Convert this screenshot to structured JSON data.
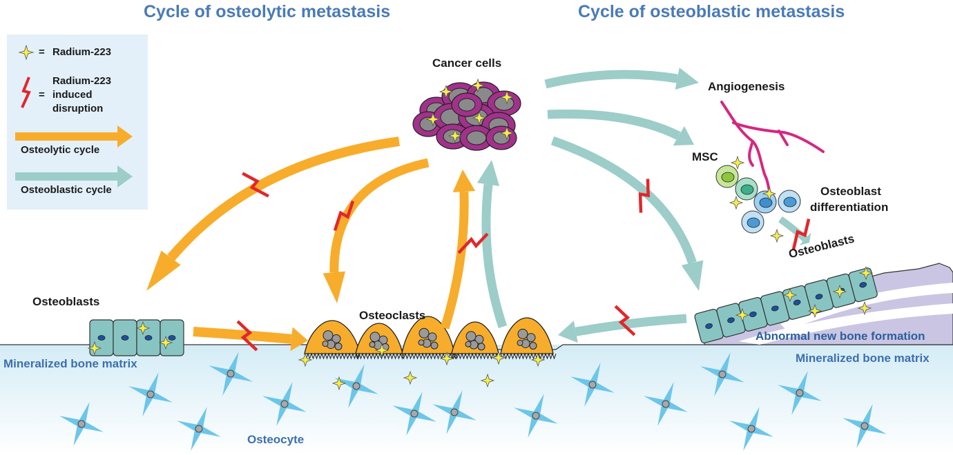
{
  "titles": {
    "osteolytic": "Cycle of osteolytic metastasis",
    "osteoblastic": "Cycle of osteoblastic metastasis"
  },
  "legend": {
    "radium_eq": "=",
    "radium": "Radium-223",
    "disruption_eq": "=",
    "disruption": "Radium-223 induced disruption",
    "osteolytic_cycle": "Osteolytic cycle",
    "osteoblastic_cycle": "Osteoblastic cycle"
  },
  "labels": {
    "cancer_cells": "Cancer cells",
    "angiogenesis": "Angiogenesis",
    "msc": "MSC",
    "osteoblast_differentiation_1": "Osteoblast",
    "osteoblast_differentiation_2": "differentiation",
    "osteoblasts_left": "Osteoblasts",
    "osteoblasts_right": "Osteoblasts",
    "osteoclasts": "Osteoclasts",
    "abnormal_bone": "Abnormal new bone formation",
    "matrix_left": "Mineralized bone matrix",
    "matrix_right": "Mineralized bone matrix",
    "osteocyte": "Osteocyte"
  },
  "colors": {
    "osteolytic": "#f7ad2b",
    "osteoblastic": "#9ccdc8",
    "disruption": "#e3262a",
    "title": "#4a7ab8",
    "cancer_cell": "#a2318b",
    "vessel": "#d6277f",
    "osteocyte": "#6cc6ea",
    "cell_teal": "#88c5c2"
  },
  "icons": [
    "radium-star-icon",
    "lightning-disruption-icon",
    "osteolytic-arrow-icon",
    "osteoblastic-arrow-icon"
  ]
}
